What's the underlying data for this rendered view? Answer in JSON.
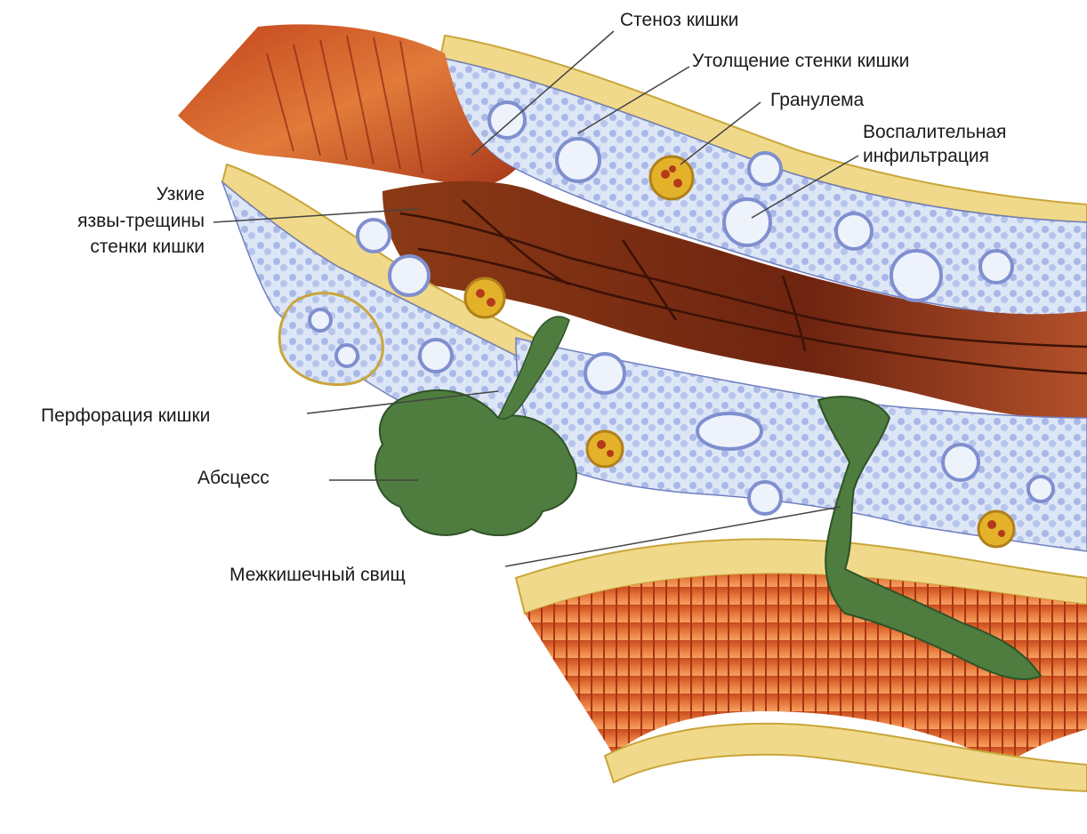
{
  "labels": {
    "stenosis": "Стеноз кишки",
    "wall_thickening": "Утолщение стенки кишки",
    "granuloma": "Гранулема",
    "inflammatory_infiltration": [
      "Воспалительная",
      "инфильтрация"
    ],
    "fissure_ulcers": [
      "Узкие",
      "язвы-трещины",
      "стенки кишки"
    ],
    "perforation": "Перфорация кишки",
    "abscess": "Абсцесс",
    "fistula": "Межкишечный свищ"
  },
  "colors": {
    "mucosa": "#d8642a",
    "mucosa_dark": "#8a2e12",
    "submucosa": "#c9d6f0",
    "crypt": "#7f8fcf",
    "granuloma": "#e4b22a",
    "abscess": "#4a7a3c",
    "serosa": "#e8c95a"
  }
}
